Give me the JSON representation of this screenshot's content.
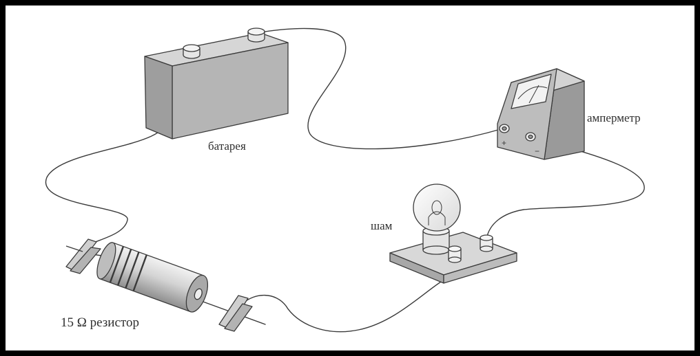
{
  "labels": {
    "battery": "батарея",
    "ammeter": "амперметр",
    "lamp": "шам",
    "resistor": "15 Ω резистор"
  },
  "colors": {
    "frame": "#000000",
    "background": "#ffffff",
    "line": "#3a3a3a",
    "battery_face": "#b5b5b5",
    "battery_top": "#d6d6d6",
    "battery_side": "#9e9e9e",
    "ammeter_body": "#bdbdbd",
    "lamp_base": "#c8c8c8",
    "resistor_body": "#cfcfcf"
  }
}
